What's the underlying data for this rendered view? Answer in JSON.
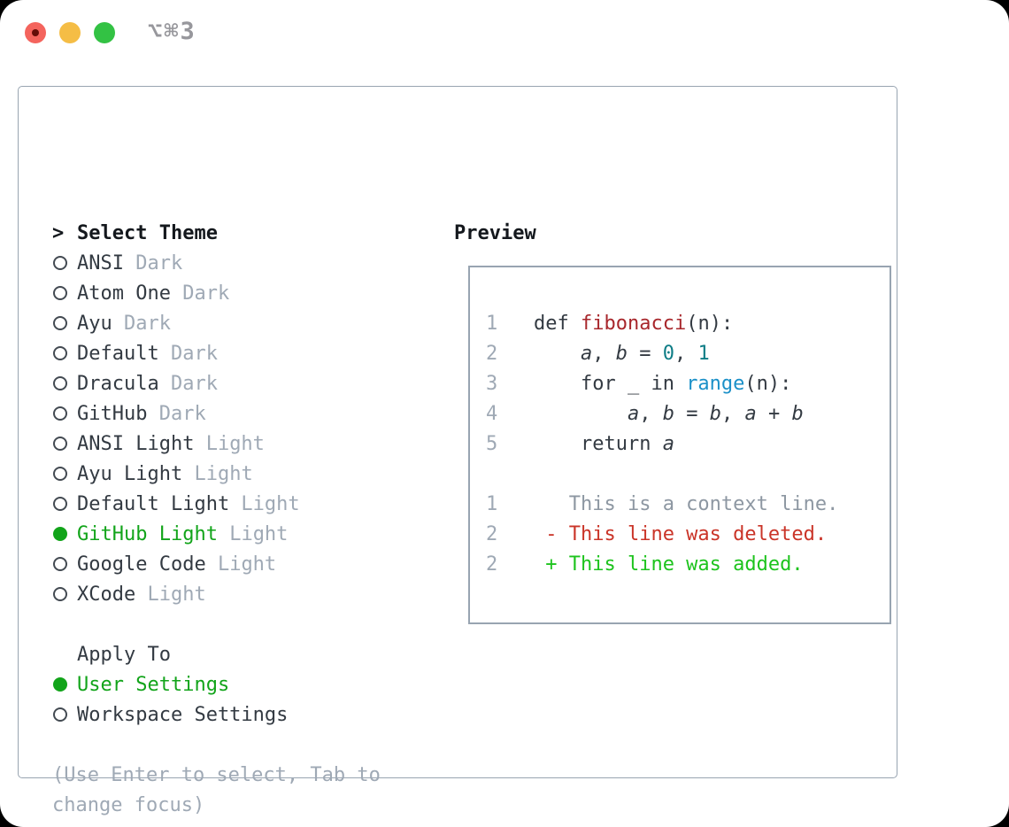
{
  "window": {
    "title": "⌥⌘3"
  },
  "colors": {
    "accent_green": "#12a41a",
    "added_green": "#1dc31d",
    "deleted_red": "#ca3428",
    "function_red": "#a8272c",
    "call_blue": "#1b90c8",
    "number_teal": "#0e7d86",
    "muted_gray": "#9fa9b5",
    "context_gray": "#8d97a2",
    "border_gray": "#98a4b1",
    "traffic_red": "#f4645d",
    "traffic_yellow": "#f5bd45",
    "traffic_green": "#33c244"
  },
  "select_theme": {
    "cursor": ">",
    "header": "Select Theme",
    "items": [
      {
        "name": "ANSI",
        "variant": "Dark",
        "selected": false
      },
      {
        "name": "Atom One",
        "variant": "Dark",
        "selected": false
      },
      {
        "name": "Ayu",
        "variant": "Dark",
        "selected": false
      },
      {
        "name": "Default",
        "variant": "Dark",
        "selected": false
      },
      {
        "name": "Dracula",
        "variant": "Dark",
        "selected": false
      },
      {
        "name": "GitHub",
        "variant": "Dark",
        "selected": false
      },
      {
        "name": "ANSI Light",
        "variant": "Light",
        "selected": false
      },
      {
        "name": "Ayu Light",
        "variant": "Light",
        "selected": false
      },
      {
        "name": "Default Light",
        "variant": "Light",
        "selected": false
      },
      {
        "name": "GitHub Light",
        "variant": "Light",
        "selected": true
      },
      {
        "name": "Google Code",
        "variant": "Light",
        "selected": false
      },
      {
        "name": "XCode",
        "variant": "Light",
        "selected": false
      }
    ]
  },
  "apply_to": {
    "header": "Apply To",
    "options": [
      {
        "label": "User Settings",
        "selected": true
      },
      {
        "label": "Workspace Settings",
        "selected": false
      }
    ]
  },
  "hint_lines": [
    "(Use Enter to select, Tab to",
    "change focus)"
  ],
  "preview": {
    "header": "Preview",
    "code_lines": [
      {
        "num": "1",
        "tokens": [
          {
            "t": "def ",
            "c": "fg"
          },
          {
            "t": "fibonacci",
            "c": "func"
          },
          {
            "t": "(n):",
            "c": "fg"
          }
        ]
      },
      {
        "num": "2",
        "tokens": [
          {
            "t": "    ",
            "c": "fg"
          },
          {
            "t": "a",
            "c": "var"
          },
          {
            "t": ", ",
            "c": "fg"
          },
          {
            "t": "b",
            "c": "var"
          },
          {
            "t": " = ",
            "c": "fg"
          },
          {
            "t": "0",
            "c": "num"
          },
          {
            "t": ", ",
            "c": "fg"
          },
          {
            "t": "1",
            "c": "num"
          }
        ]
      },
      {
        "num": "3",
        "tokens": [
          {
            "t": "    for _ in ",
            "c": "fg"
          },
          {
            "t": "range",
            "c": "call"
          },
          {
            "t": "(n):",
            "c": "fg"
          }
        ]
      },
      {
        "num": "4",
        "tokens": [
          {
            "t": "        ",
            "c": "fg"
          },
          {
            "t": "a",
            "c": "var"
          },
          {
            "t": ", ",
            "c": "fg"
          },
          {
            "t": "b",
            "c": "var"
          },
          {
            "t": " = ",
            "c": "fg"
          },
          {
            "t": "b",
            "c": "var"
          },
          {
            "t": ", ",
            "c": "fg"
          },
          {
            "t": "a",
            "c": "var"
          },
          {
            "t": " + ",
            "c": "fg"
          },
          {
            "t": "b",
            "c": "var"
          }
        ]
      },
      {
        "num": "5",
        "tokens": [
          {
            "t": "    return ",
            "c": "fg"
          },
          {
            "t": "a",
            "c": "var"
          }
        ]
      }
    ],
    "diff_lines": [
      {
        "num": "1",
        "text": "   This is a context line.",
        "c": "ctx"
      },
      {
        "num": "2",
        "text": " - This line was deleted.",
        "c": "del"
      },
      {
        "num": "2",
        "text": " + This line was added.",
        "c": "add"
      }
    ]
  }
}
